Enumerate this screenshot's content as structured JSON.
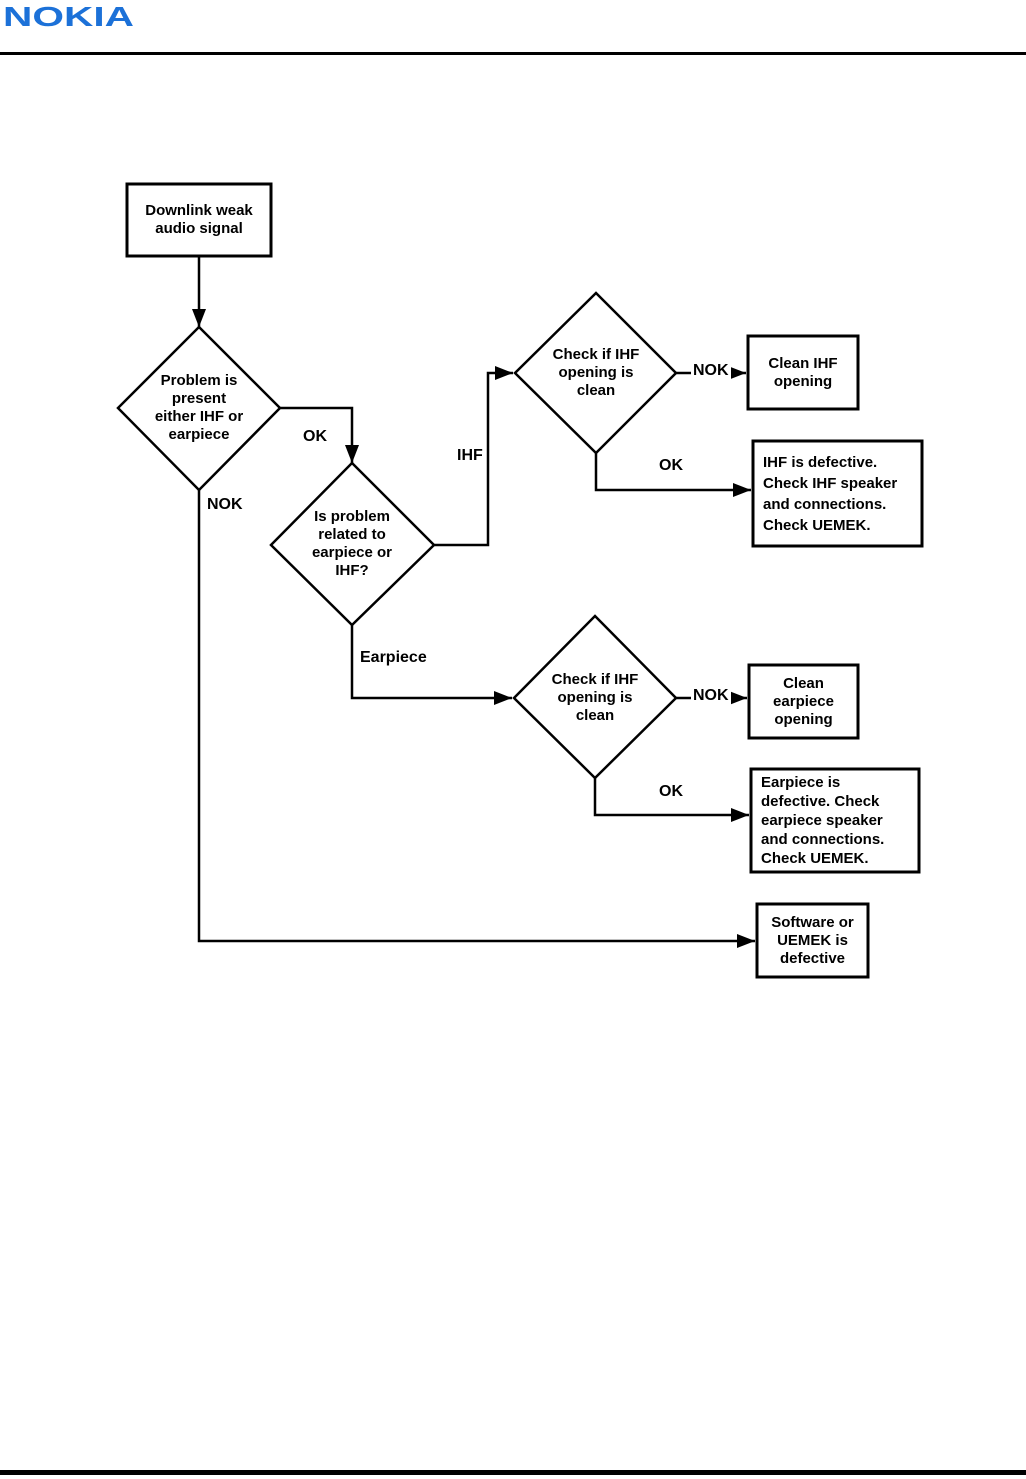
{
  "page": {
    "logo": "NOKIA",
    "logo_color": "#1C71D8"
  },
  "flowchart": {
    "start_box": {
      "label": "Downlink weak\naudio signal"
    },
    "decision_problem_present": {
      "label": "Problem is\npresent\neither IHF or\nearpiece"
    },
    "decision_problem_related": {
      "label": "Is problem\nrelated to\nearpiece or\nIHF?"
    },
    "decision_ihf_opening_clean": {
      "label": "Check if IHF\nopening is\nclean"
    },
    "decision_earpiece_opening_clean": {
      "label": "Check if IHF\nopening is\nclean"
    },
    "box_clean_ihf": {
      "label": "Clean IHF\nopening"
    },
    "box_ihf_defective": {
      "label": "IHF is defective.\nCheck IHF speaker\nand connections.\nCheck UEMEK."
    },
    "box_clean_earpiece": {
      "label": "Clean\nearpiece\nopening"
    },
    "box_earpiece_defective": {
      "label": "Earpiece is\ndefective. Check\nearpiece speaker\nand connections.\nCheck UEMEK."
    },
    "box_software_defective": {
      "label": "Software or\nUEMEK is\ndefective"
    },
    "edge_labels": {
      "ok_to_related": "OK",
      "nok_to_software": "NOK",
      "ihf_branch": "IHF",
      "earpiece_branch": "Earpiece",
      "nok_clean_ihf": "NOK",
      "ok_ihf_defective": "OK",
      "nok_clean_earpiece": "NOK",
      "ok_earpiece_defective": "OK"
    }
  }
}
